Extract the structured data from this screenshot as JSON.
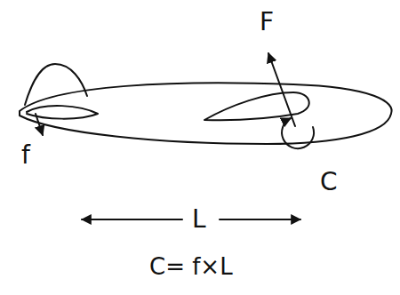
{
  "diagram": {
    "labels": [
      "F",
      "f",
      "C",
      "L",
      "C= f×L"
    ]
  }
}
